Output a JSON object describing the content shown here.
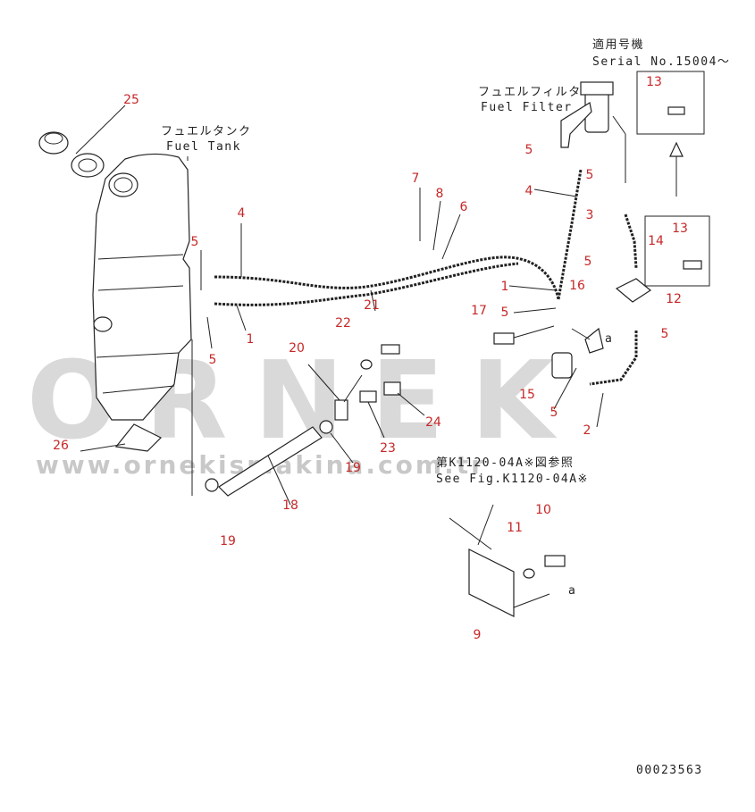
{
  "captions": {
    "fuel_tank_jp": "フュエルタンク",
    "fuel_tank_en": "Fuel Tank",
    "fuel_filter_jp": "フュエルフィルタ",
    "fuel_filter_en": "Fuel Filter",
    "serial_jp": "適用号機",
    "serial_en": "Serial No.15004～",
    "see_fig_jp": "第K1120-04A※図参照",
    "see_fig_en": "See Fig.K1120-04A※",
    "ref_a1": "a",
    "ref_a2": "a",
    "drawing_no": "00023563"
  },
  "watermark": {
    "brand": "ORNEK",
    "url": "www.ornekismakina.com.tr"
  },
  "callouts": {
    "c25": "25",
    "c4a": "4",
    "c5a": "5",
    "c1a": "1",
    "c5b": "5",
    "c7": "7",
    "c8": "8",
    "c6": "6",
    "c5c": "5",
    "c4b": "4",
    "c5d": "5",
    "c3": "3",
    "c13a": "13",
    "c13b": "13",
    "c14": "14",
    "c5e": "5",
    "c12": "12",
    "c16": "16",
    "c1b": "1",
    "c17": "17",
    "c5f": "5",
    "c5g": "5",
    "c15": "15",
    "c5h": "5",
    "c2": "2",
    "c21": "21",
    "c22": "22",
    "c20": "20",
    "c24": "24",
    "c23": "23",
    "c19a": "19",
    "c19b": "19",
    "c18": "18",
    "c26": "26",
    "c11": "11",
    "c10": "10",
    "c9": "9"
  }
}
